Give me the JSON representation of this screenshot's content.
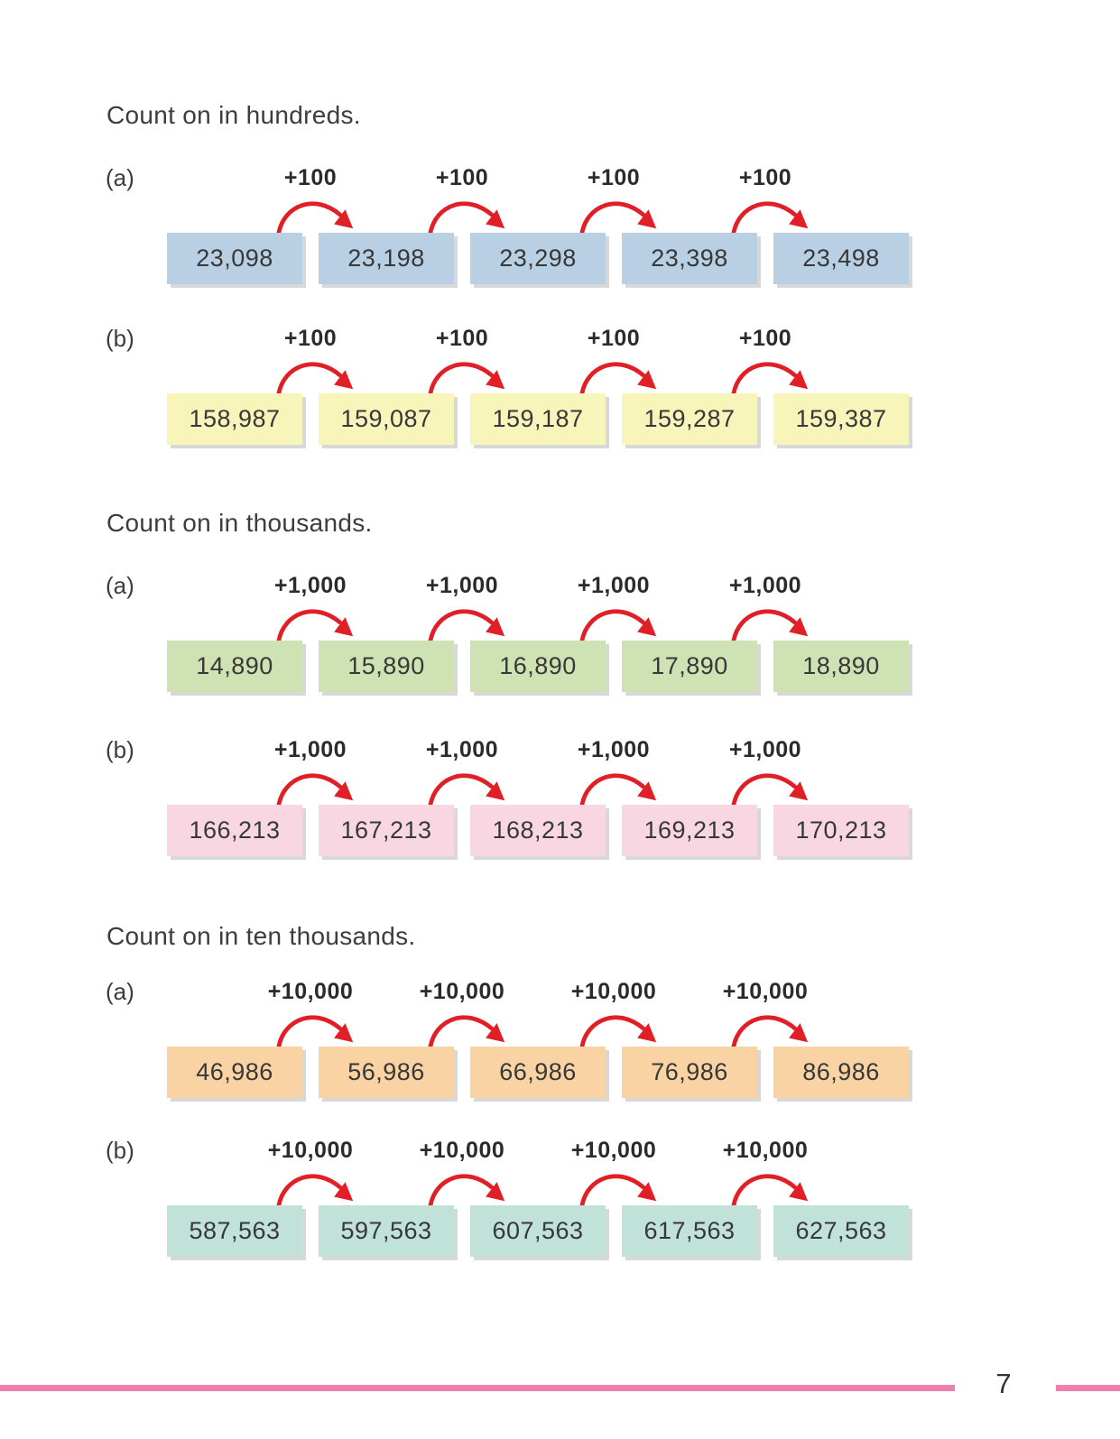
{
  "arrow_color": "#e01f26",
  "sections": [
    {
      "heading": "Count on in hundreds.",
      "rows": [
        {
          "label": "(a)",
          "increment": "+100",
          "box_color": "#b9cfe4",
          "values": [
            "23,098",
            "23,198",
            "23,298",
            "23,398",
            "23,498"
          ]
        },
        {
          "label": "(b)",
          "increment": "+100",
          "box_color": "#f8f5ba",
          "values": [
            "158,987",
            "159,087",
            "159,187",
            "159,287",
            "159,387"
          ]
        }
      ]
    },
    {
      "heading": "Count on in thousands.",
      "rows": [
        {
          "label": "(a)",
          "increment": "+1,000",
          "box_color": "#cfe2b3",
          "values": [
            "14,890",
            "15,890",
            "16,890",
            "17,890",
            "18,890"
          ]
        },
        {
          "label": "(b)",
          "increment": "+1,000",
          "box_color": "#f8d7e2",
          "values": [
            "166,213",
            "167,213",
            "168,213",
            "169,213",
            "170,213"
          ]
        }
      ]
    },
    {
      "heading": "Count on in ten thousands.",
      "rows": [
        {
          "label": "(a)",
          "increment": "+10,000",
          "box_color": "#f9d3a3",
          "values": [
            "46,986",
            "56,986",
            "66,986",
            "76,986",
            "86,986"
          ]
        },
        {
          "label": "(b)",
          "increment": "+10,000",
          "box_color": "#c0e2d9",
          "values": [
            "587,563",
            "597,563",
            "607,563",
            "617,563",
            "627,563"
          ]
        }
      ]
    }
  ],
  "footer": {
    "page_number": "7",
    "line_color": "#f07db2"
  }
}
